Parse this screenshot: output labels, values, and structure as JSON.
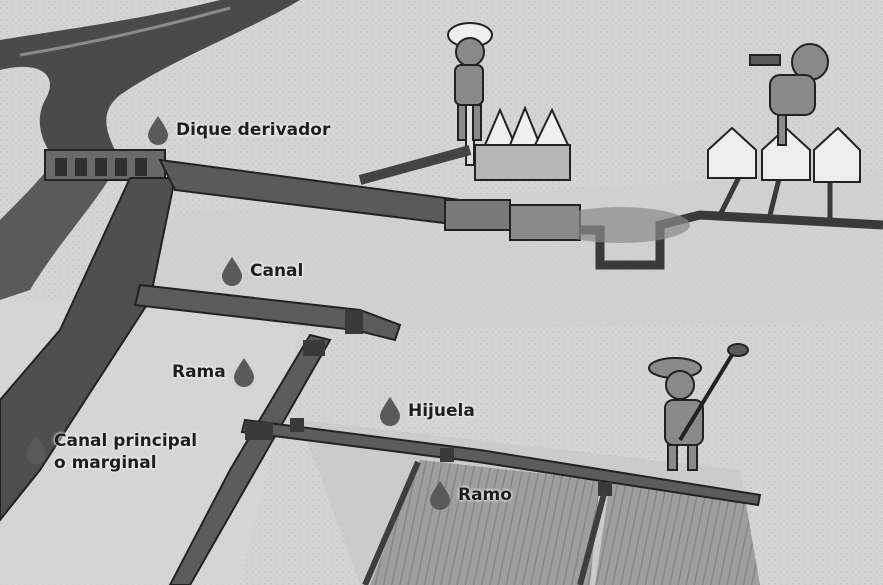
{
  "labels": {
    "dique": "Dique derivador",
    "canal": "Canal",
    "rama": "Rama",
    "hijuela": "Hijuela",
    "canal_principal_line1": "Canal principal",
    "canal_principal_line2": "o marginal",
    "ramo": "Ramo"
  },
  "icons": {
    "marker": "water-drop-icon"
  },
  "colors": {
    "marker": "#5a5a5a",
    "water": "#4a4a4a",
    "ground": "#d9d9d9"
  }
}
